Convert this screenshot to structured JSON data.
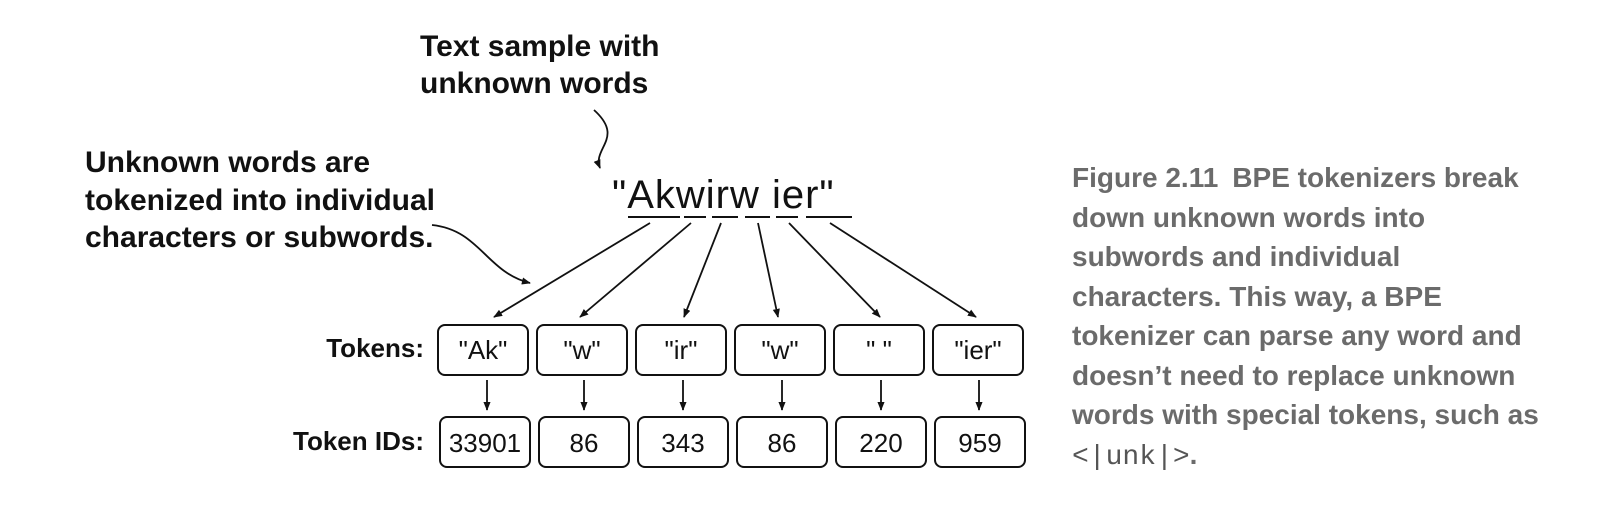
{
  "annotations": {
    "text_sample": [
      "Text sample with",
      "unknown words"
    ],
    "unknown_words": [
      "Unknown words are",
      "tokenized into individual",
      "characters or subwords."
    ]
  },
  "sample_text": "\"Akwirw ier\"",
  "rows": {
    "tokens_label": "Tokens:",
    "token_ids_label": "Token IDs:"
  },
  "tokens": [
    "\"Ak\"",
    "\"w\"",
    "\"ir\"",
    "\"w\"",
    "\" \"",
    "\"ier\""
  ],
  "token_ids": [
    "33901",
    "86",
    "343",
    "86",
    "220",
    "959"
  ],
  "caption": {
    "figure_number": "Figure 2.11",
    "text_before_code": "BPE tokenizers break down unknown words into subwords and individual characters. This way, a BPE tokenizer can parse any word and doesn’t need to replace unknown words with special tokens, such as ",
    "code": "<|unk|>",
    "text_after_code": "."
  }
}
